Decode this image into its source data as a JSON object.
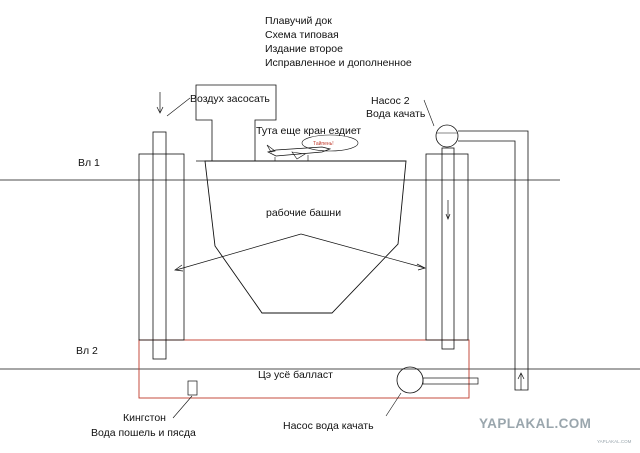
{
  "header": {
    "line1": "Плавучий док",
    "line2": "Схема типовая",
    "line3": "Издание второе",
    "line4": "Исправленное и дополненное"
  },
  "labels": {
    "air": "Воздух засосать",
    "pump2_name": "Насос 2",
    "pump2_action": "Вода качать",
    "crane": "Тута еще кран ездиет",
    "plane_tag": "Тайпень!",
    "wl1": "Вл 1",
    "wl2": "Вл 2",
    "towers": "рабочие башни",
    "ballast": "Цэ усё балласт",
    "kingston": "Кингстон",
    "kingston_note": "Вода пошель и пясда",
    "pump1": "Насос вода качать"
  },
  "watermark": {
    "brand": "YAPLAKAL.COM",
    "small": "YAPLAKAL.COM"
  },
  "colors": {
    "ink": "#111111",
    "ballast_outline": "#c0392b",
    "watermark": "#9aa6ad"
  }
}
